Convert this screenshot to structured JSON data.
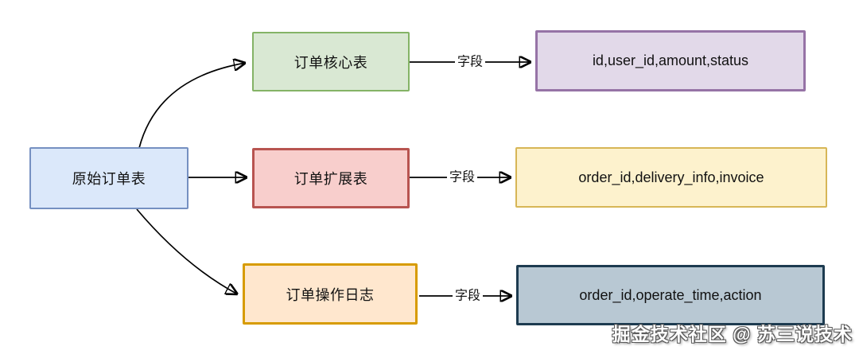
{
  "source_table": {
    "label": "原始订单表",
    "fill": "#dbe8fa",
    "stroke": "#7590c1"
  },
  "splits": [
    {
      "table": {
        "label": "订单核心表",
        "fill": "#d9e8d3",
        "stroke": "#84b366"
      },
      "edge_label": "字段",
      "fields": {
        "label": "id,user_id,amount,status",
        "fill": "#e2d9e9",
        "stroke": "#9673a6"
      }
    },
    {
      "table": {
        "label": "订单扩展表",
        "fill": "#f8cecc",
        "stroke": "#b85450"
      },
      "edge_label": "字段",
      "fields": {
        "label": "order_id,delivery_info,invoice",
        "fill": "#fdf2cd",
        "stroke": "#d7b656"
      }
    },
    {
      "table": {
        "label": "订单操作日志",
        "fill": "#ffe7ce",
        "stroke": "#d79b00"
      },
      "edge_label": "字段",
      "fields": {
        "label": "order_id,operate_time,action",
        "fill": "#b8c8d3",
        "stroke": "#1d3b50"
      }
    }
  ],
  "edge_color": "#000000",
  "watermark": {
    "text": "掘金技术社区 @ 苏三说技术",
    "color": "#ffffff"
  }
}
